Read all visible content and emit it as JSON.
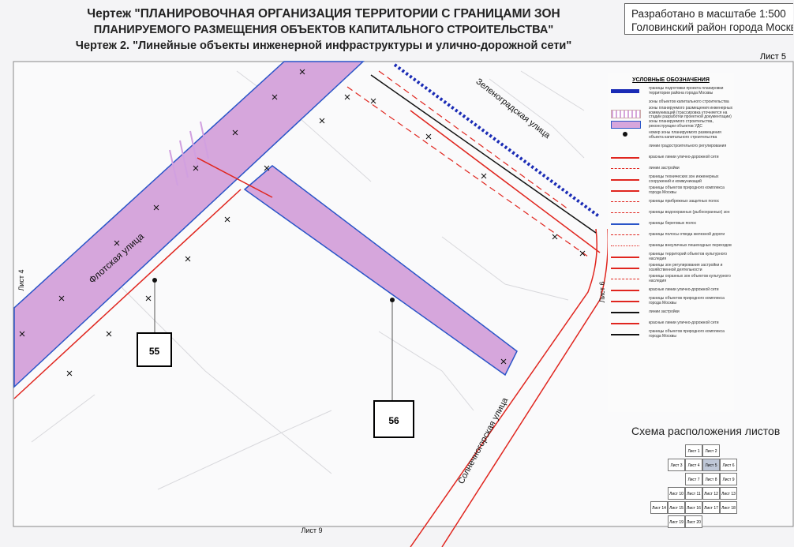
{
  "title": {
    "line1": "Чертеж \"ПЛАНИРОВОЧНАЯ ОРГАНИЗАЦИЯ ТЕРРИТОРИИ С ГРАНИЦАМИ ЗОН",
    "line2": "ПЛАНИРУЕМОГО РАЗМЕЩЕНИЯ ОБЪЕКТОВ КАПИТАЛЬНОГО СТРОИТЕЛЬСТВА\"",
    "line3": "Чертеж 2. \"Линейные объекты инженерной инфраструктуры и улично-дорожной сети\""
  },
  "scale_box": {
    "scale": "Разработано в масштабе 1:500",
    "district": "Головинский район города Москвы"
  },
  "sheet": {
    "current": "Лист 5",
    "left": "Лист 4",
    "right": "Лист 6",
    "bottom": "Лист 9"
  },
  "streets": {
    "flotskaya": "Флотская улица",
    "zelenogradskaya": "Зеленоградская улица",
    "solnechnogorskaya": "Солнечногорская улица"
  },
  "zones": {
    "zone55": "55",
    "zone56": "56"
  },
  "map_colors": {
    "zone_fill": "#d6a6dc",
    "zone_border": "#2a55c8",
    "red_line": "#e0261f",
    "black_line": "#111111",
    "blue_dots": "#1a2bb5"
  },
  "legend": {
    "title": "УСЛОВНЫЕ ОБОЗНАЧЕНИЯ",
    "items": [
      {
        "text": "границы подготовки проекта планировки территории района города Москвы"
      },
      {
        "text": "зоны объектов капитального строительства"
      },
      {
        "text": "зоны планируемого размещения инженерных коммуникаций (трассировка уточняется на стадии разработки проектной документации)"
      },
      {
        "text": "зоны планируемого строительства, реконструкции объектов УДС"
      },
      {
        "text": "номер зоны планируемого размещения объекта капитального строительства"
      },
      {
        "text": "линии градостроительного регулирования"
      },
      {
        "text": "красные линии улично-дорожной сети"
      },
      {
        "text": "линии застройки"
      },
      {
        "text": "границы технических зон инженерных сооружений и коммуникаций"
      },
      {
        "text": "границы объектов природного комплекса города Москвы"
      },
      {
        "text": "границы прибрежных защитных полос"
      },
      {
        "text": "границы водоохранных (рыбоохранных) зон"
      },
      {
        "text": "границы береговых полос"
      },
      {
        "text": "границы полосы отвода железной дороги"
      },
      {
        "text": "границы внеуличных пешеходных переходов"
      },
      {
        "text": "границы территорий объектов культурного наследия"
      },
      {
        "text": "границы зон регулирования застройки и хозяйственной деятельности"
      },
      {
        "text": "границы охранных зон объектов культурного наследия"
      },
      {
        "text": "красные линии улично-дорожной сети"
      },
      {
        "text": "границы объектов природного комплекса города Москвы"
      },
      {
        "text": "линии застройки"
      },
      {
        "text": "красные линии улично-дорожной сети"
      },
      {
        "text": "границы объектов природного комплекса города Москвы"
      }
    ]
  },
  "scheme": {
    "title": "Схема расположения листов",
    "cells": [
      "Лист 1",
      "Лист 2",
      "Лист 3",
      "Лист 4",
      "Лист 5",
      "Лист 6",
      "Лист 7",
      "Лист 8",
      "Лист 9",
      "Лист 10",
      "Лист 11",
      "Лист 12",
      "Лист 13",
      "Лист 14",
      "Лист 15",
      "Лист 16",
      "Лист 17",
      "Лист 18",
      "Лист 19",
      "Лист 20"
    ]
  }
}
